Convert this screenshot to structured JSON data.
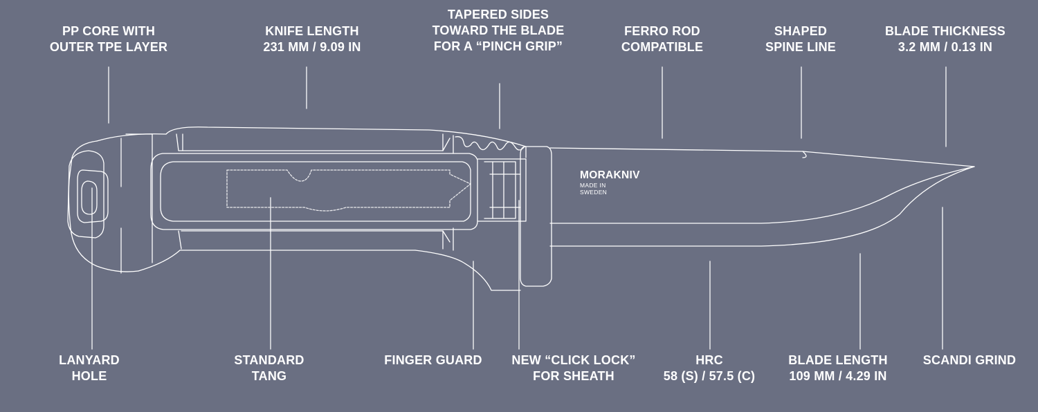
{
  "diagram": {
    "subject": "Morakniv knife technical blueprint",
    "background_color": "#6a6f82",
    "line_color": "#ffffff",
    "brand": {
      "logo": "MORAKNIV",
      "sub_line_1": "MADE IN",
      "sub_line_2": "SWEDEN"
    },
    "top_labels": [
      {
        "id": "pp-core",
        "lines": [
          "PP CORE WITH",
          "OUTER TPE LAYER"
        ]
      },
      {
        "id": "knife-length",
        "lines": [
          "KNIFE LENGTH",
          "231 MM / 9.09 IN"
        ]
      },
      {
        "id": "tapered-sides",
        "lines": [
          "TAPERED SIDES",
          "TOWARD THE BLADE",
          "FOR A “PINCH GRIP”"
        ]
      },
      {
        "id": "ferro-rod",
        "lines": [
          "FERRO ROD",
          "COMPATIBLE"
        ]
      },
      {
        "id": "spine-line",
        "lines": [
          "SHAPED",
          "SPINE LINE"
        ]
      },
      {
        "id": "blade-thickness",
        "lines": [
          "BLADE THICKNESS",
          "3.2 MM / 0.13 IN"
        ]
      }
    ],
    "bottom_labels": [
      {
        "id": "lanyard-hole",
        "lines": [
          "LANYARD",
          "HOLE"
        ]
      },
      {
        "id": "standard-tang",
        "lines": [
          "STANDARD",
          "TANG"
        ]
      },
      {
        "id": "finger-guard",
        "lines": [
          "FINGER GUARD"
        ]
      },
      {
        "id": "click-lock",
        "lines": [
          "NEW “CLICK LOCK”",
          "FOR SHEATH"
        ]
      },
      {
        "id": "hrc",
        "lines": [
          "HRC",
          "58 (S) / 57.5 (C)"
        ]
      },
      {
        "id": "blade-length",
        "lines": [
          "BLADE LENGTH",
          "109 MM / 4.29 IN"
        ]
      },
      {
        "id": "scandi-grind",
        "lines": [
          "SCANDI GRIND"
        ]
      }
    ]
  }
}
